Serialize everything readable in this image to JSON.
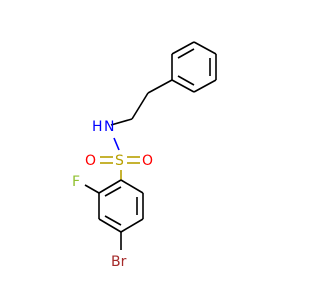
{
  "molecule": {
    "atoms": {
      "nitrogen": {
        "symbol": "N",
        "hydrogen": "H",
        "color": "#0000ff"
      },
      "sulfur": {
        "symbol": "S",
        "color": "#b8a000"
      },
      "oxygen_left": {
        "symbol": "O",
        "color": "#ff0000"
      },
      "oxygen_right": {
        "symbol": "O",
        "color": "#ff0000"
      },
      "fluorine": {
        "symbol": "F",
        "color": "#90c030"
      },
      "bromine": {
        "symbol": "Br",
        "color": "#a52a2a"
      }
    },
    "bond_color": "#000000"
  }
}
